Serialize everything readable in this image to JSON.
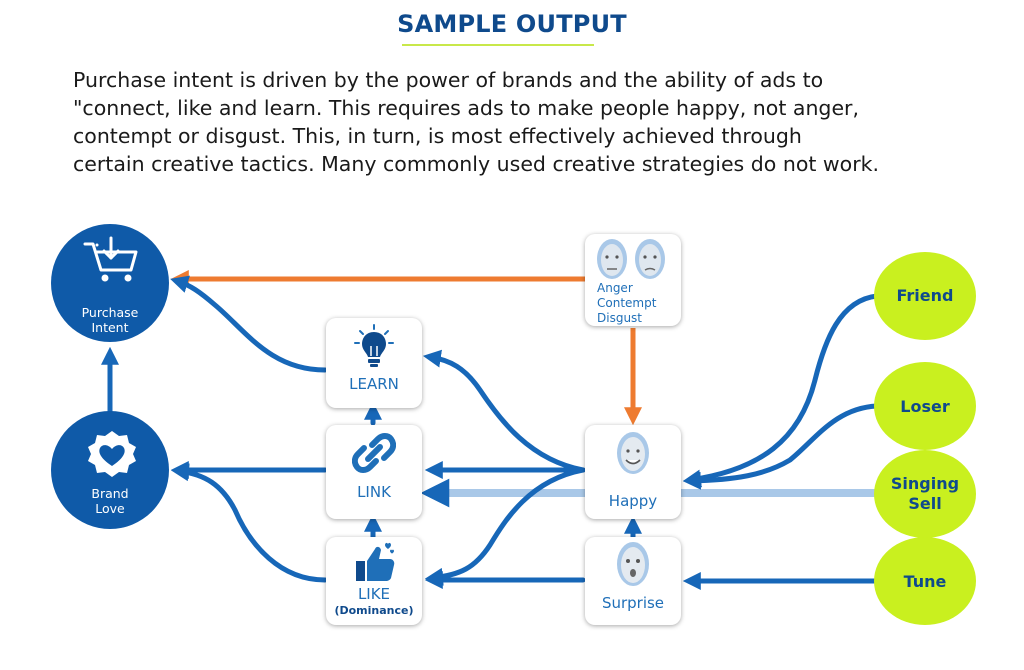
{
  "header": {
    "title": "SAMPLE OUTPUT",
    "paragraph_lines": [
      "Purchase intent is driven by the power of brands and the ability of ads to",
      "\"connect, like and learn. This requires ads to make people happy, not anger,",
      "contempt or disgust. This, in turn, is most effectively achieved through",
      "certain creative tactics. Many commonly used creative strategies do not work."
    ]
  },
  "outcomes": {
    "purchase_intent": [
      "Purchase",
      "Intent"
    ],
    "brand_love": [
      "Brand",
      "Love"
    ]
  },
  "drivers": {
    "learn": "LEARN",
    "link": "LINK",
    "like": "LIKE",
    "like_sub": "(Dominance)"
  },
  "emotions": {
    "negative": [
      "Anger",
      "Contempt",
      "Disgust"
    ],
    "happy": "Happy",
    "surprise": "Surprise"
  },
  "tactics": {
    "friend": "Friend",
    "loser": "Loser",
    "singing_sell": [
      "Singing",
      "Sell"
    ],
    "tune": "Tune"
  },
  "colors": {
    "navy": "#0f4a8c",
    "blue": "#1767b8",
    "light_blue": "#a9c8e8",
    "orange": "#ee7b30",
    "lime": "#c9f01f",
    "underline": "#c8e84a"
  }
}
